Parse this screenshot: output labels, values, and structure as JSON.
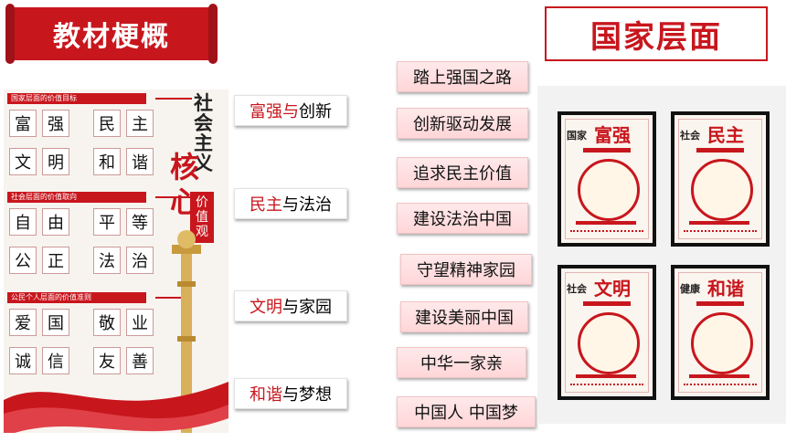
{
  "banner": {
    "title": "教材梗概"
  },
  "right_title": "国家层面",
  "poster": {
    "sections": [
      {
        "heading": "国家层面的价值目标",
        "chars": [
          "富",
          "强",
          "民",
          "主",
          "文",
          "明",
          "和",
          "谐"
        ]
      },
      {
        "heading": "社会层面的价值取向",
        "chars": [
          "自",
          "由",
          "平",
          "等",
          "公",
          "正",
          "法",
          "治"
        ]
      },
      {
        "heading": "公民个人层面的价值准则",
        "chars": [
          "爱",
          "国",
          "敬",
          "业",
          "诚",
          "信",
          "友",
          "善"
        ]
      }
    ],
    "vertical_title": "社会主义",
    "vertical_core": "核心",
    "vertical_value": "价值观"
  },
  "middle_labels": [
    {
      "red": "富强与",
      "black": "创新"
    },
    {
      "red": "民主",
      "black": "与法治"
    },
    {
      "red": "文明",
      "black": "与家园"
    },
    {
      "red": "和谐",
      "black": "与梦想"
    }
  ],
  "right_list": [
    "踏上强国之路",
    "创新驱动发展",
    "追求民主价值",
    "建设法治中国",
    "守望精神家园",
    "建设美丽中国",
    "中华一家亲",
    "中国人  中国梦"
  ],
  "posters_right": [
    {
      "small": "国家",
      "big": "富强"
    },
    {
      "small": "社会",
      "big": "民主"
    },
    {
      "small": "社会",
      "big": "文明"
    },
    {
      "small": "健康",
      "big": "和谐"
    }
  ],
  "colors": {
    "accent": "#c8161d",
    "item_bg": "#ffd6d8"
  }
}
